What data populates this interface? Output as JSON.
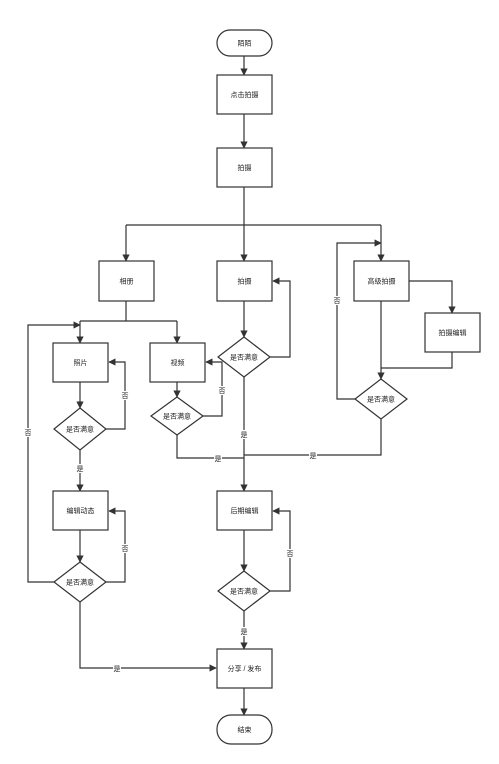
{
  "nodes": {
    "start": "陌陌",
    "tap_shoot": "点击拍摄",
    "shoot_main": "拍摄",
    "album": "相册",
    "shoot": "拍摄",
    "adv_shoot": "高级拍摄",
    "shoot_edit": "拍摄编辑",
    "photo": "照片",
    "video": "视频",
    "satisfied_photo": "是否满意",
    "satisfied_shoot": "是否满意",
    "satisfied_video": "是否满意",
    "satisfied_adv": "是否满意",
    "edit_dynamic": "编辑动态",
    "post_edit": "后期编辑",
    "satisfied_edit": "是否满意",
    "satisfied_post": "是否满意",
    "share": "分享 / 发布",
    "end": "结束"
  },
  "edge_labels": {
    "yes": "是",
    "no": "否"
  }
}
